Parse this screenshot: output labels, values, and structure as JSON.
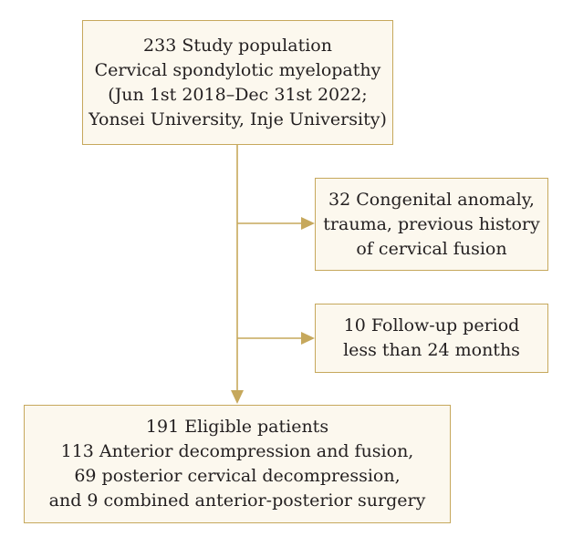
{
  "colors": {
    "line": "#c6a85c",
    "box_fill": "#fcf8ee",
    "text": "#231f20"
  },
  "boxes": {
    "study_population": {
      "lines": [
        "233 Study population",
        "Cervical spondylotic myelopathy",
        "(Jun 1st 2018–Dec 31st 2022;",
        "Yonsei University, Inje University)"
      ]
    },
    "exclusion_1": {
      "lines": [
        "32 Congenital anomaly,",
        "trauma, previous history",
        "of cervical fusion"
      ]
    },
    "exclusion_2": {
      "lines": [
        "10 Follow-up period",
        "less than 24 months"
      ]
    },
    "eligible": {
      "lines": [
        "191 Eligible patients",
        "113 Anterior decompression and fusion,",
        "69 posterior cervical decompression,",
        "and 9 combined anterior-posterior surgery"
      ]
    }
  }
}
